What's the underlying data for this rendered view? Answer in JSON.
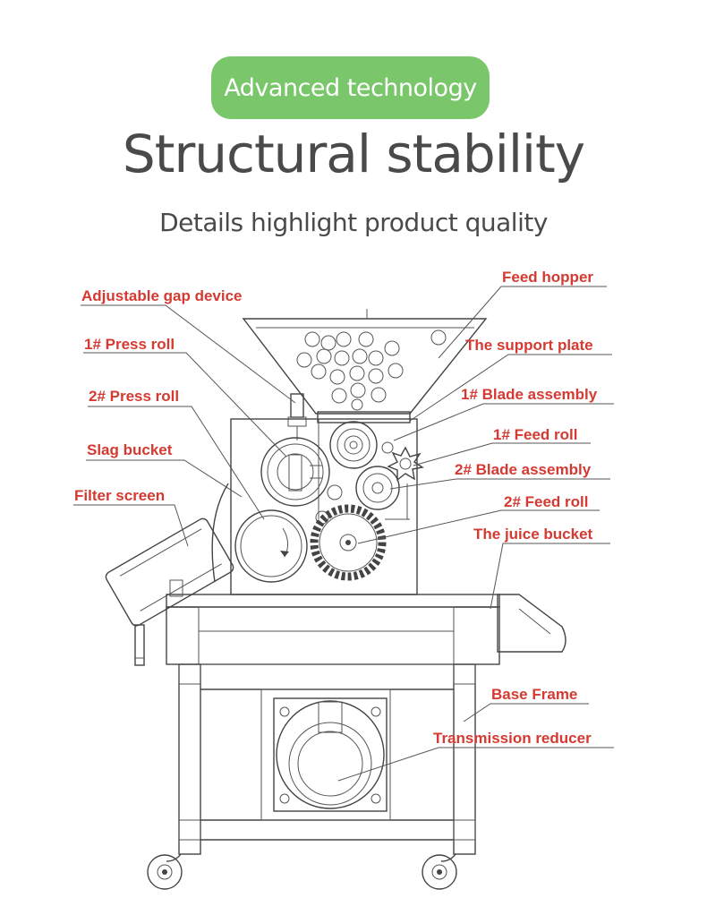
{
  "header": {
    "badge": "Advanced technology",
    "title": "Structural stability",
    "subtitle": "Details highlight product quality"
  },
  "colors": {
    "badge_bg": "#79c66b",
    "title_text": "#4a4a4a",
    "label_text": "#d43a32"
  },
  "labels": {
    "adjustable_gap": "Adjustable gap device",
    "press_roll_1": "1# Press roll",
    "press_roll_2": "2# Press roll",
    "slag_bucket": "Slag bucket",
    "filter_screen": "Filter screen",
    "feed_hopper": "Feed hopper",
    "support_plate": "The support plate",
    "blade_assembly_1": "1# Blade assembly",
    "feed_roll_1": "1# Feed roll",
    "blade_assembly_2": "2# Blade assembly",
    "feed_roll_2": "2# Feed roll",
    "juice_bucket": "The juice bucket",
    "base_frame": "Base Frame",
    "transmission_reducer": "Transmission reducer"
  }
}
